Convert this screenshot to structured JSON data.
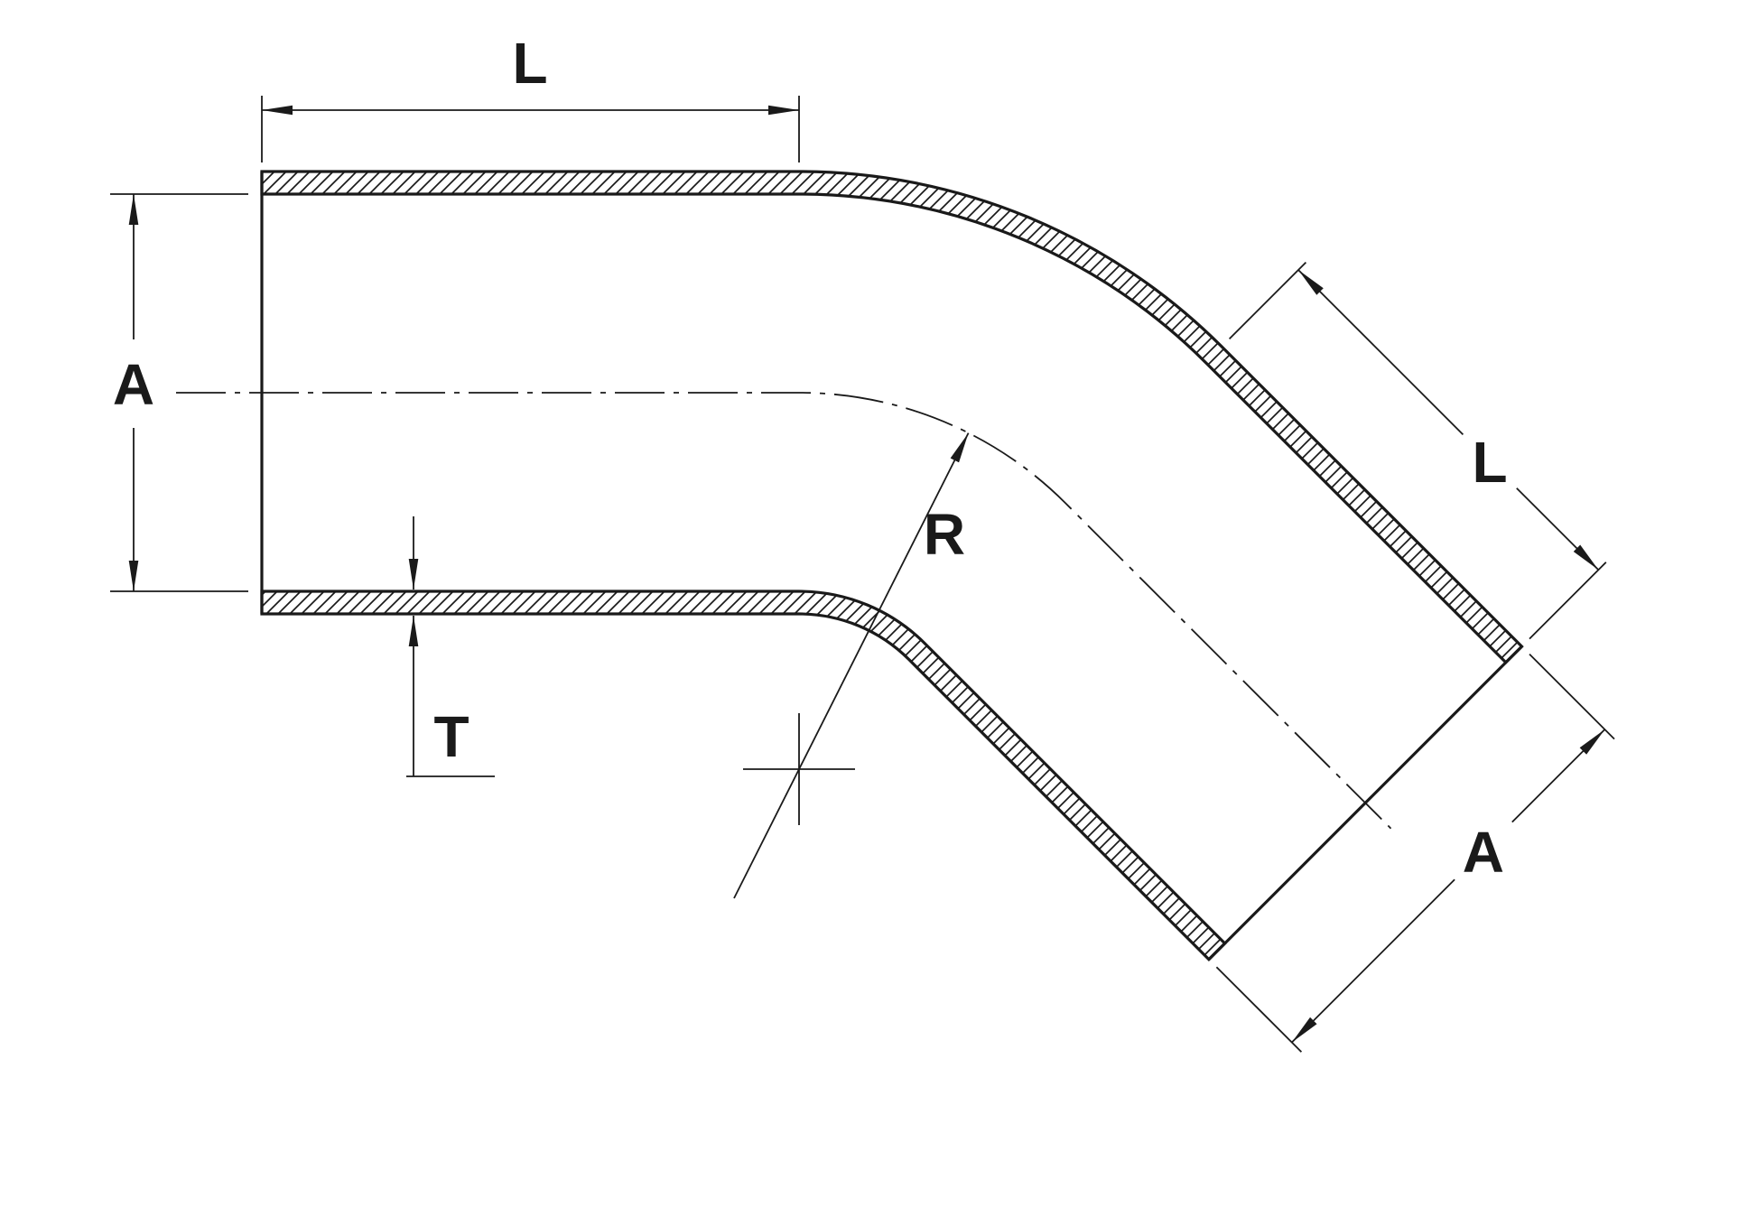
{
  "diagram": {
    "ink": "#1a1a1a",
    "background": "#ffffff",
    "labels": {
      "length_top": "L",
      "bore_left": "A",
      "wall_thickness": "T",
      "bend_radius": "R",
      "length_diagonal": "L",
      "bore_end": "A"
    }
  }
}
